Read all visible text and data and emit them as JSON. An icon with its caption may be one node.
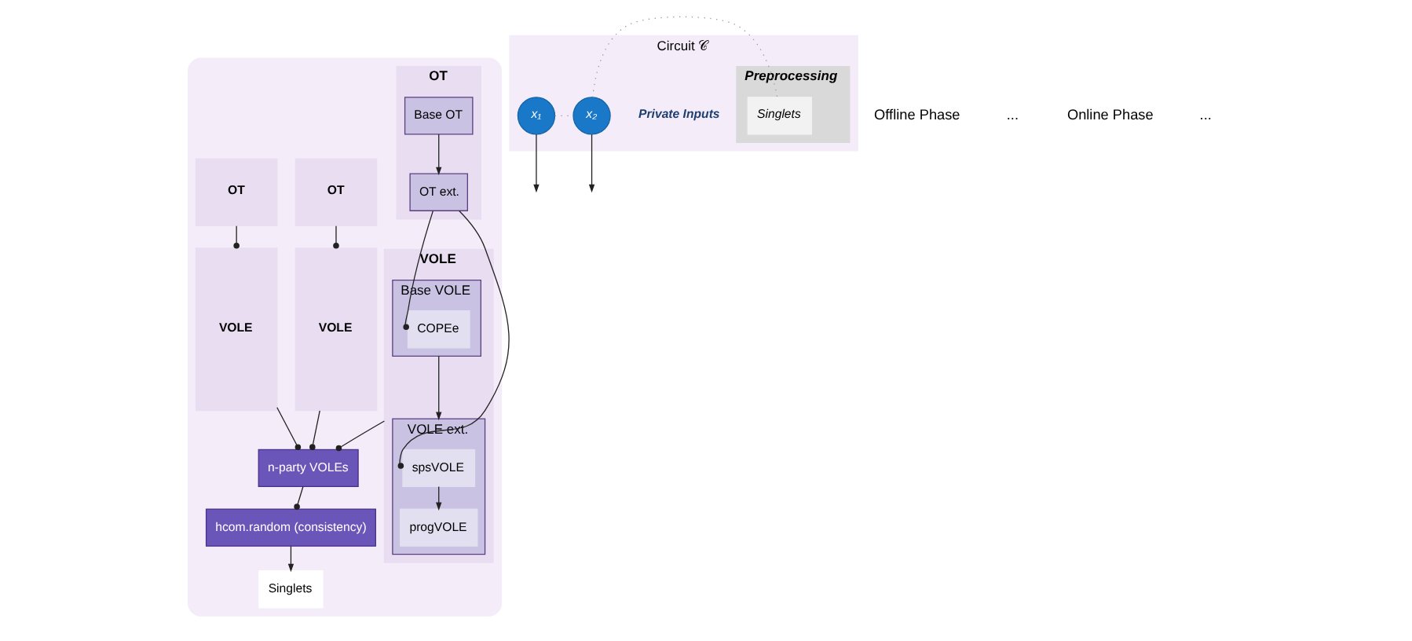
{
  "diagram": {
    "nodes": [
      {
        "text": [],
        "shape": "box"
      },
      {
        "text": [
          "OT"
        ],
        "in": 0
      },
      {
        "text": [
          "Base OT"
        ],
        "in": 1
      },
      {
        "text": [
          "OT ext."
        ],
        "in": 1
      },
      {
        "text": [
          "OT"
        ],
        "in": 0
      },
      {
        "text": [
          "OT"
        ],
        "in": 0
      },
      {
        "text": [
          "VOLE"
        ],
        "in": 0
      },
      {
        "text": [
          "Base VOLE"
        ],
        "in": 6
      },
      {
        "text": [
          "COPEe"
        ],
        "in": 7
      },
      {
        "text": [
          "VOLE ext."
        ],
        "in": 6
      },
      {
        "text": [
          "spsVOLE"
        ],
        "in": 9
      },
      {
        "text": [
          "progVOLE"
        ],
        "in": 9
      },
      {
        "text": [
          "VOLE"
        ],
        "in": 0
      },
      {
        "text": [
          "VOLE"
        ],
        "in": 0
      },
      {
        "text": [
          "n-party VOLEs"
        ],
        "in": 0
      },
      {
        "text": [
          "hcom.random (consistency)"
        ],
        "in": 0
      },
      {
        "text": [
          "Singlets"
        ],
        "in": 0
      },
      {
        "text": [
          "Circuit 𝒞"
        ]
      },
      {
        "text": [
          "Private Inputs"
        ],
        "in": 17
      },
      {
        "text": [
          "x₁"
        ],
        "in": 17
      },
      {
        "text": [
          "x₂"
        ],
        "in": 17
      },
      {
        "text": [
          "Preprocessing"
        ],
        "in": 17
      },
      {
        "text": [
          "Singlets"
        ],
        "in": 21
      }
    ],
    "edges": [
      {
        "from": 2,
        "to": 3,
        "arrow": "to"
      },
      {
        "from": 3,
        "to": 8,
        "arrow": "other"
      },
      {
        "from": 3,
        "to": 10,
        "arrow": "other"
      },
      {
        "from": 7,
        "to": 9,
        "arrow": "to"
      },
      {
        "from": 10,
        "to": 11,
        "arrow": "to"
      },
      {
        "from": 4,
        "to": 12,
        "arrow": "other"
      },
      {
        "from": 5,
        "to": 13,
        "arrow": "other"
      },
      {
        "from": 6,
        "to": 14,
        "arrow": "other"
      },
      {
        "from": 12,
        "to": 14,
        "arrow": "other"
      },
      {
        "from": 13,
        "to": 14,
        "arrow": "other"
      },
      {
        "from": 14,
        "to": 15,
        "arrow": "other"
      },
      {
        "from": 15,
        "to": 16,
        "arrow": "to"
      },
      {
        "from": 19,
        "to": null,
        "arrow": "to"
      },
      {
        "from": 20,
        "to": null,
        "arrow": "to"
      },
      {
        "from": 19,
        "to": 20,
        "arrow": "none",
        "style": "dashed",
        "color": "#999999"
      },
      {
        "from": 20,
        "to": 22,
        "arrow": "none",
        "style": "dashed",
        "color": "#999999"
      }
    ],
    "labels": [
      "Offline Phase",
      "...",
      "Online Phase",
      "..."
    ]
  }
}
